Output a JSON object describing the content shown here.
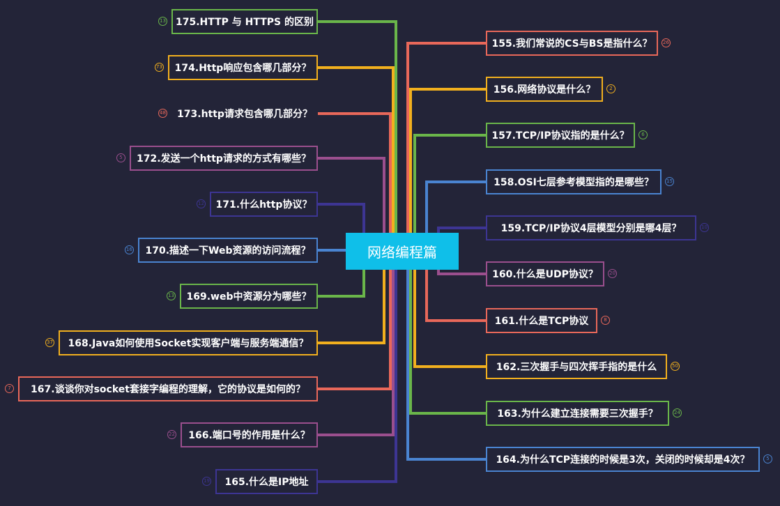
{
  "root": {
    "label": "网络编程篇",
    "color": "#0fbfe9"
  },
  "left_nodes": [
    {
      "label": "175.HTTP 与 HTTPS 的区别",
      "count": "13",
      "color": "#6ab64a"
    },
    {
      "label": "174.Http响应包含哪几部分？",
      "count": "73",
      "color": "#f2b01e"
    },
    {
      "label": "173.http请求包含哪几部分？",
      "count": "48",
      "color": "#e9685a"
    },
    {
      "label": "172.发送一个http请求的方式有哪些？",
      "count": "5",
      "color": "#9b4f8e"
    },
    {
      "label": "171.什么http协议？",
      "count": "12",
      "color": "#3d3593"
    },
    {
      "label": "170.描述一下Web资源的访问流程？",
      "count": "16",
      "color": "#4a84d1"
    },
    {
      "label": "169.web中资源分为哪些？",
      "count": "13",
      "color": "#6ab64a"
    },
    {
      "label": "168.Java如何使用Socket实现客户端与服务端通信？",
      "count": "37",
      "color": "#f2b01e"
    },
    {
      "label": "167.谈谈你对socket套接字编程的理解，它的协议是如何的？",
      "count": "7",
      "color": "#e9685a"
    },
    {
      "label": "166.端口号的作用是什么？",
      "count": "22",
      "color": "#9b4f8e"
    },
    {
      "label": "165.什么是IP地址",
      "count": "19",
      "color": "#3d3593"
    }
  ],
  "right_nodes": [
    {
      "label": "155.我们常说的CS与BS是指什么？",
      "count": "26",
      "color": "#e9685a"
    },
    {
      "label": "156.网络协议是什么？",
      "count": "2",
      "color": "#f2b01e"
    },
    {
      "label": "157.TCP/IP协议指的是什么？",
      "count": "6",
      "color": "#6ab64a"
    },
    {
      "label": "158.OSI七层参考模型指的是哪些？",
      "count": "15",
      "color": "#4a84d1"
    },
    {
      "label": "159.TCP/IP协议4层模型分别是哪4层？",
      "count": "10",
      "color": "#3d3593"
    },
    {
      "label": "160.什么是UDP协议？",
      "count": "20",
      "color": "#9b4f8e"
    },
    {
      "label": "161.什么是TCP协议",
      "count": "8",
      "color": "#e9685a"
    },
    {
      "label": "162.三次握手与四次挥手指的是什么",
      "count": "50",
      "color": "#f2b01e"
    },
    {
      "label": "163.为什么建立连接需要三次握手？",
      "count": "24",
      "color": "#6ab64a"
    },
    {
      "label": "164.为什么TCP连接的时候是3次，关闭的时候却是4次？",
      "count": "5",
      "color": "#4a84d1"
    }
  ]
}
